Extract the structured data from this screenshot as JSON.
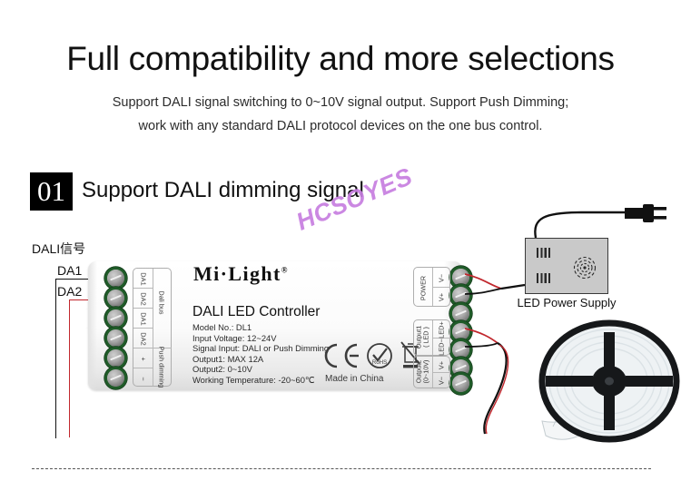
{
  "header": {
    "headline": "Full compatibility and more selections",
    "subline_1": "Support DALI signal switching to 0~10V signal output. Support Push Dimming;",
    "subline_2": "work with any standard DALI protocol devices on the one bus control."
  },
  "section": {
    "number": "01",
    "title": "Support DALI dimming signal"
  },
  "diagram": {
    "dali_signal_label": "DALI信号",
    "da1_label": "DA1",
    "da2_label": "DA2",
    "watermark": "HCSOYES"
  },
  "controller": {
    "brand": "Mi·Light",
    "brand_registered": "®",
    "product_name": "DALI LED Controller",
    "specs": [
      "Model No.: DL1",
      "Input Voltage: 12~24V",
      "Signal Input: DALI or Push Dimming",
      "Output1: MAX 12A",
      "Output2: 0~10V",
      "Working Temperature: -20~60℃"
    ],
    "made_in": "Made in China",
    "cert_marks": [
      "ce-mark",
      "rohs-mark",
      "weee-mark"
    ],
    "rohs_text": "RoHS",
    "left_terminals": {
      "group1_label": "Dali bus",
      "group1_pins": [
        "DA1",
        "DA2",
        "DA1",
        "DA2"
      ],
      "group2_label": "Push dimming",
      "group2_pins": [
        "+",
        "−"
      ]
    },
    "right_terminals": {
      "group1_label": "POWER",
      "group1_pins": [
        "V−",
        "V+"
      ],
      "group2_label": "Output1\n( LED )",
      "group2_label_line1": "Output1",
      "group2_label_line2": "( LED )",
      "group2_pins": [
        "LED+",
        "LED−"
      ],
      "group3_label_line1": "Output2",
      "group3_label_line2": "(0~10V)",
      "group3_pins": [
        "V+",
        "V−"
      ]
    }
  },
  "power_supply": {
    "label": "LED Power Supply"
  },
  "colors": {
    "wire_red": "#c1272d",
    "wire_black": "#111111",
    "terminal_green": "#1f5b28",
    "watermark_purple": "#c77ee0",
    "badge_black": "#000000",
    "psu_gray": "#c9c9c9"
  }
}
